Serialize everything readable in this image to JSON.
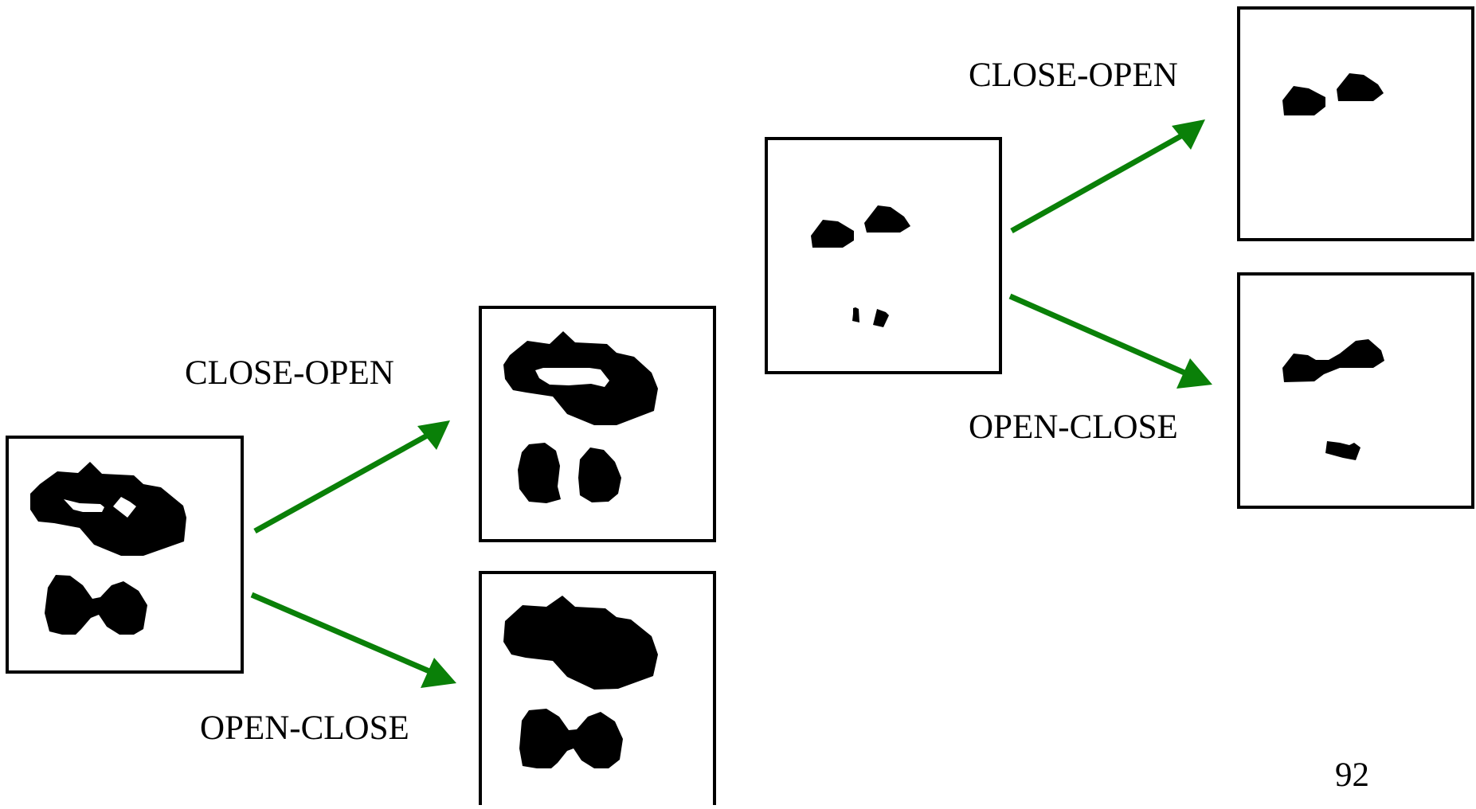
{
  "diagram": {
    "colors": {
      "arrow": "#0a8008",
      "shape": "#000000",
      "frame_border": "#000000",
      "background": "#ffffff"
    },
    "labels": {
      "stage1_close_open": "CLOSE-OPEN",
      "stage1_open_close": "OPEN-CLOSE",
      "stage2_close_open": "CLOSE-OPEN",
      "stage2_open_close": "OPEN-CLOSE"
    },
    "page_number": "92"
  }
}
